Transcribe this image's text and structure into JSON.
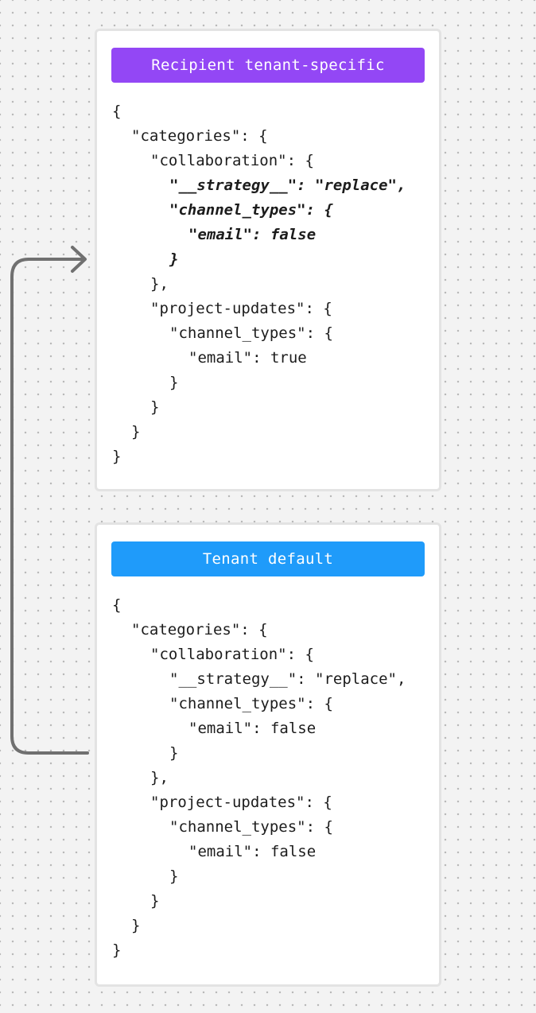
{
  "cards": [
    {
      "id": "recipient",
      "title": "Recipient tenant-specific",
      "header_color": "#9347f5",
      "lines": [
        {
          "indent": 0,
          "text": "{",
          "emph": false
        },
        {
          "indent": 1,
          "text": "\"categories\": {",
          "emph": false
        },
        {
          "indent": 2,
          "text": "\"collaboration\": {",
          "emph": false
        },
        {
          "indent": 3,
          "text": "\"__strategy__\": \"replace\",",
          "emph": true
        },
        {
          "indent": 3,
          "text": "\"channel_types\": {",
          "emph": true
        },
        {
          "indent": 4,
          "text": "\"email\": false",
          "emph": true
        },
        {
          "indent": 3,
          "text": "}",
          "emph": true
        },
        {
          "indent": 2,
          "text": "},",
          "emph": false
        },
        {
          "indent": 2,
          "text": "\"project-updates\": {",
          "emph": false
        },
        {
          "indent": 3,
          "text": "\"channel_types\": {",
          "emph": false
        },
        {
          "indent": 4,
          "text": "\"email\": true",
          "emph": false
        },
        {
          "indent": 3,
          "text": "}",
          "emph": false
        },
        {
          "indent": 2,
          "text": "}",
          "emph": false
        },
        {
          "indent": 1,
          "text": "}",
          "emph": false
        },
        {
          "indent": 0,
          "text": "}",
          "emph": false
        }
      ]
    },
    {
      "id": "default",
      "title": "Tenant default",
      "header_color": "#1f9bfa",
      "lines": [
        {
          "indent": 0,
          "text": "{",
          "emph": false
        },
        {
          "indent": 1,
          "text": "\"categories\": {",
          "emph": false
        },
        {
          "indent": 2,
          "text": "\"collaboration\": {",
          "emph": false
        },
        {
          "indent": 3,
          "text": "\"__strategy__\": \"replace\",",
          "emph": false
        },
        {
          "indent": 3,
          "text": "\"channel_types\": {",
          "emph": false
        },
        {
          "indent": 4,
          "text": "\"email\": false",
          "emph": false
        },
        {
          "indent": 3,
          "text": "}",
          "emph": false
        },
        {
          "indent": 2,
          "text": "},",
          "emph": false
        },
        {
          "indent": 2,
          "text": "\"project-updates\": {",
          "emph": false
        },
        {
          "indent": 3,
          "text": "\"channel_types\": {",
          "emph": false
        },
        {
          "indent": 4,
          "text": "\"email\": false",
          "emph": false
        },
        {
          "indent": 3,
          "text": "}",
          "emph": false
        },
        {
          "indent": 2,
          "text": "}",
          "emph": false
        },
        {
          "indent": 1,
          "text": "}",
          "emph": false
        },
        {
          "indent": 0,
          "text": "}",
          "emph": false
        }
      ]
    }
  ],
  "connector": {
    "from": "default",
    "to": "recipient",
    "color": "#707070"
  }
}
